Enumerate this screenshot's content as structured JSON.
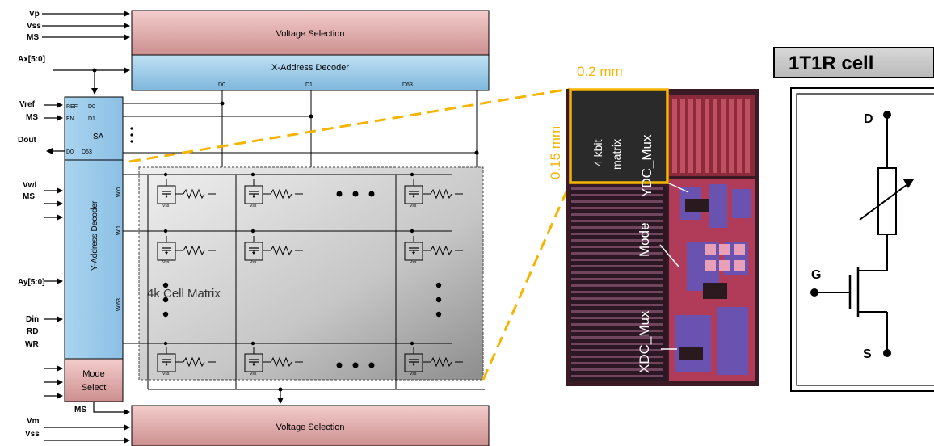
{
  "block_diagram": {
    "inputs_top": [
      "Vp",
      "Vss",
      "MS",
      "Ax[5:0]"
    ],
    "inputs_sa": [
      "Vref",
      "MS"
    ],
    "output_sa": "Dout",
    "inputs_y": [
      "Vwl",
      "MS"
    ],
    "inputs_addr_y": "Ay[5:0]",
    "inputs_mode": [
      "Din",
      "RD",
      "WR"
    ],
    "inputs_bottom": [
      "Vm",
      "Vss"
    ],
    "ms_label": "MS",
    "voltage_selection_top": "Voltage Selection",
    "voltage_selection_bottom": "Voltage Selection",
    "x_decoder": "X-Address Decoder",
    "x_decoder_pins": [
      "D0",
      "D1",
      "D63"
    ],
    "sa_label": "SA",
    "sa_pins": [
      "REF",
      "EN",
      "D0",
      "D1",
      "D0",
      "D63"
    ],
    "y_decoder": "Y-Address Decoder",
    "wordlines": [
      "Wl0",
      "Wl1",
      "Wl63"
    ],
    "mode_select": [
      "Mode",
      "Select"
    ],
    "matrix_label": "4k Cell  Matrix",
    "transistor_label": "Vss"
  },
  "die_photo": {
    "width_label": "0.2 mm",
    "height_label": "0.15 mm",
    "matrix_label": [
      "4 kbit",
      "matrix"
    ],
    "ydc_label": "YDC_Mux",
    "mode_label": "Mode",
    "xdc_label": "XDC_Mux",
    "highlight_color": "#f5b400"
  },
  "cell": {
    "title": "1T1R cell",
    "terminals": [
      "D",
      "G",
      "S"
    ]
  }
}
